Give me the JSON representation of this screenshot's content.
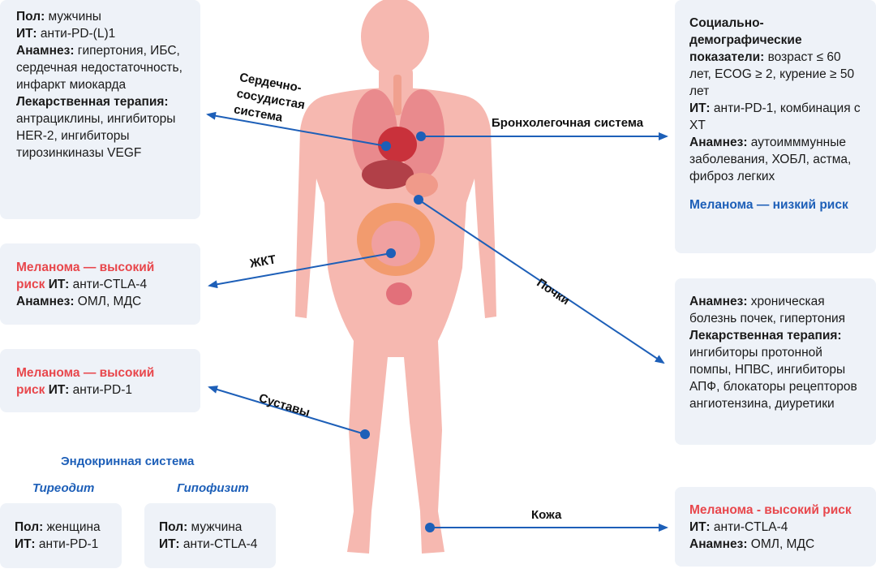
{
  "cardio_box": {
    "sex_key": "Пол:",
    "sex_val": " мужчины",
    "it_key": "ИТ:",
    "it_val": " анти-PD-(L)1",
    "hist_key": "Анамнез:",
    "hist_val": " гипертония, ИБС, сердечная недостаточность, инфаркт миокарда",
    "drug_key": "Лекарственная терапия:",
    "drug_val": "антрациклины, ингибиторы HER-2, ингибиторы тирозинкиназы VEGF"
  },
  "gi_box": {
    "risk": "Меланома — высокий риск",
    "it_key": "ИТ:",
    "it_val": " анти-CTLA-4",
    "hist_key": "Анамнез:",
    "hist_val": " ОМЛ, МДС"
  },
  "joints_box": {
    "risk": "Меланома — высокий риск",
    "it_key": "ИТ:",
    "it_val": " анти-PD-1"
  },
  "endocrine": {
    "title": "Эндокринная система",
    "thyroiditis": "Тиреодит",
    "hypophysitis": "Гипофизит",
    "thyroid_box": {
      "sex_key": "Пол:",
      "sex_val": " женщина",
      "it_key": "ИТ:",
      "it_val": " анти-PD-1"
    },
    "hypo_box": {
      "sex_key": "Пол:",
      "sex_val": " мужчина",
      "it_key": "ИТ:",
      "it_val": " анти-CTLA-4"
    }
  },
  "lung_box": {
    "socio_key": "Социально-демографические показатели:",
    "socio_val": " возраст ≤ 60 лет, ECOG ≥ 2, курение ≥ 50 лет",
    "it_key": "ИТ:",
    "it_val": " анти-PD-1, комбинация с ХТ",
    "hist_key": "Анамнез:",
    "hist_val": " аутоимммунные заболевания, ХОБЛ, астма, фиброз легких",
    "risk": "Меланома — низкий риск"
  },
  "kidney_box": {
    "hist_key": "Анамнез:",
    "hist_val": " хроническая болезнь почек, гипертония",
    "drug_key": "Лекарственная терапия:",
    "drug_val": "ингибиторы протонной помпы, НПВС, ингибиторы АПФ, блокаторы рецепторов ангиотензина, диуретики"
  },
  "skin_box": {
    "risk": "Меланома - высокий риск",
    "it_key": "ИТ:",
    "it_val": " анти-CTLA-4",
    "hist_key": "Анамнез:",
    "hist_val": " ОМЛ, МДС"
  },
  "labels": {
    "cardio": [
      "Сердечно-",
      "сосудистая",
      "система"
    ],
    "gi": "ЖКТ",
    "joints": "Суставы",
    "lungs": "Бронхолегочная система",
    "kidneys": "Почки",
    "skin": "Кожа"
  },
  "colors": {
    "arrow": "#1d5fb8",
    "risk": "#e8474c",
    "box": "#eef2f8",
    "body": "#f6b8b0"
  }
}
